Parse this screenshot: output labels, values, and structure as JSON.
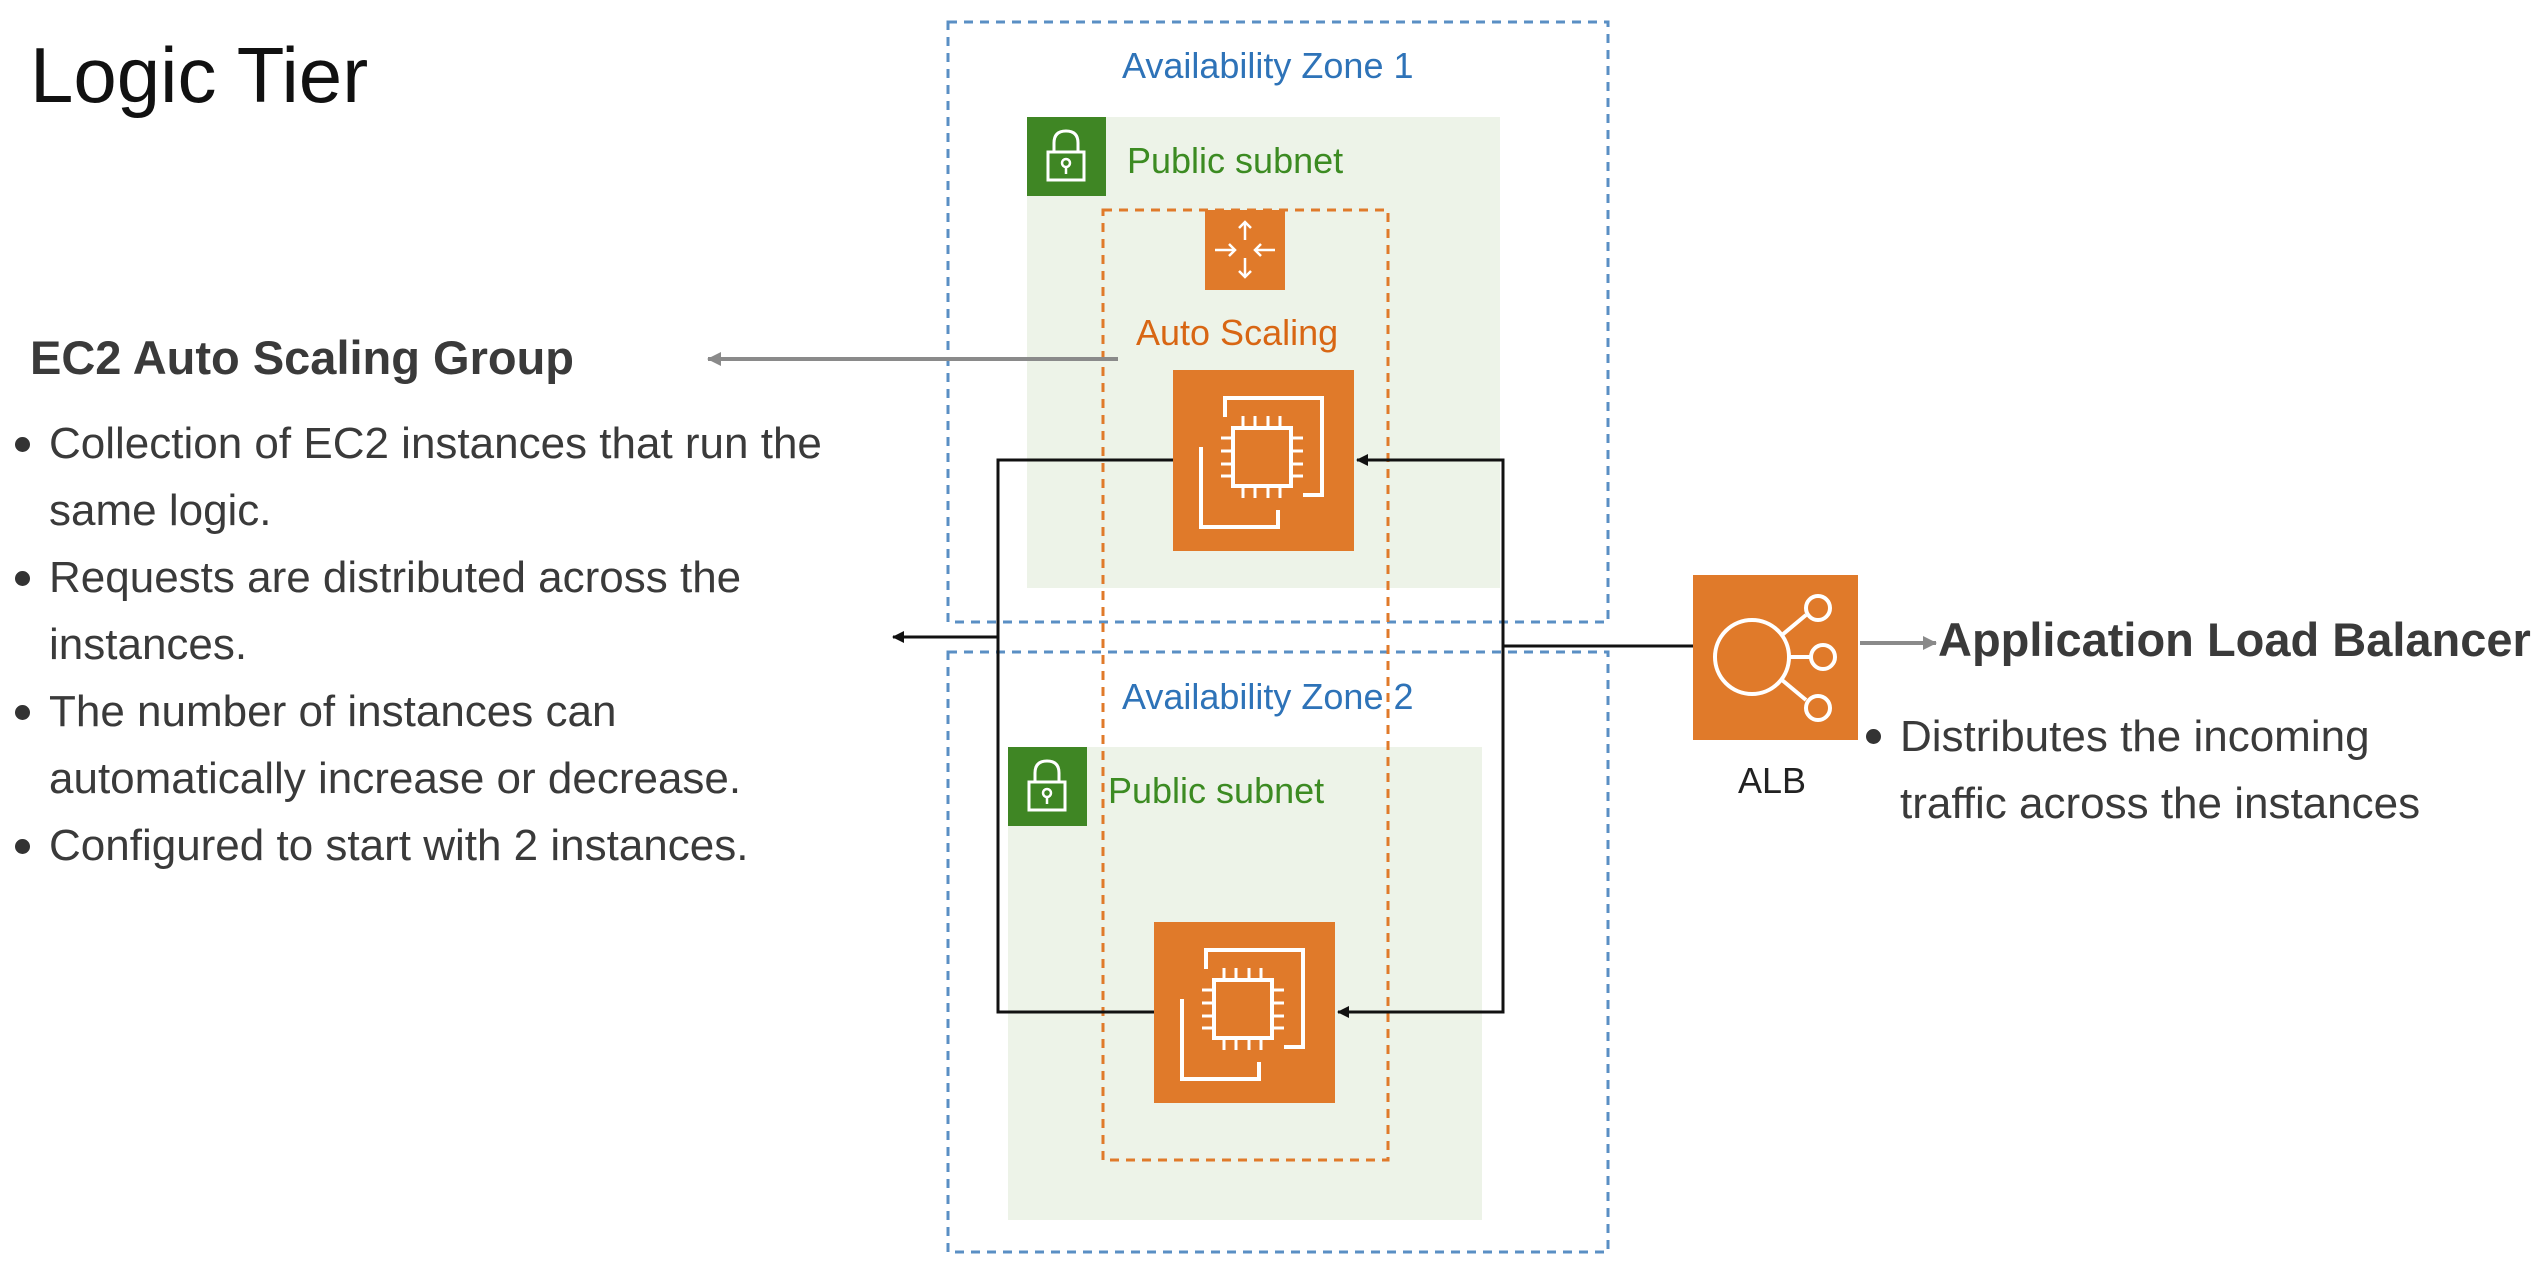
{
  "page": {
    "title": "Logic Tier"
  },
  "asg_section": {
    "heading": "EC2 Auto Scaling Group",
    "bullets": [
      [
        "Collection of EC2 instances that run the",
        "same logic."
      ],
      [
        "Requests are distributed across the",
        "instances."
      ],
      [
        "The number of instances can",
        "automatically increase or decrease."
      ],
      [
        "Configured to start with 2 instances."
      ]
    ]
  },
  "alb_section": {
    "heading": "Application Load Balancer",
    "bullets": [
      [
        "Distributes the incoming",
        "traffic across the instances"
      ]
    ]
  },
  "diagram": {
    "zone1": {
      "label": "Availability Zone 1",
      "subnet_label": "Public subnet"
    },
    "zone2": {
      "label": "Availability Zone 2",
      "subnet_label": "Public subnet"
    },
    "auto_scaling_label": "Auto Scaling",
    "alb_label": "ALB",
    "icons": {
      "subnet": "lock-icon",
      "auto_scaling": "auto-scaling-icon",
      "instance": "ec2-instance-icon",
      "load_balancer": "load-balancer-icon"
    },
    "colors": {
      "aws_orange": "#e07a2a",
      "subnet_green": "#3f8624",
      "subnet_fill": "#edf3e8",
      "zone_blue": "#5a8fc4",
      "text_blue": "#2e73b8",
      "text_green": "#3c8b22",
      "text_orange": "#d86613",
      "pointer_gray": "#8a8a8a"
    }
  }
}
